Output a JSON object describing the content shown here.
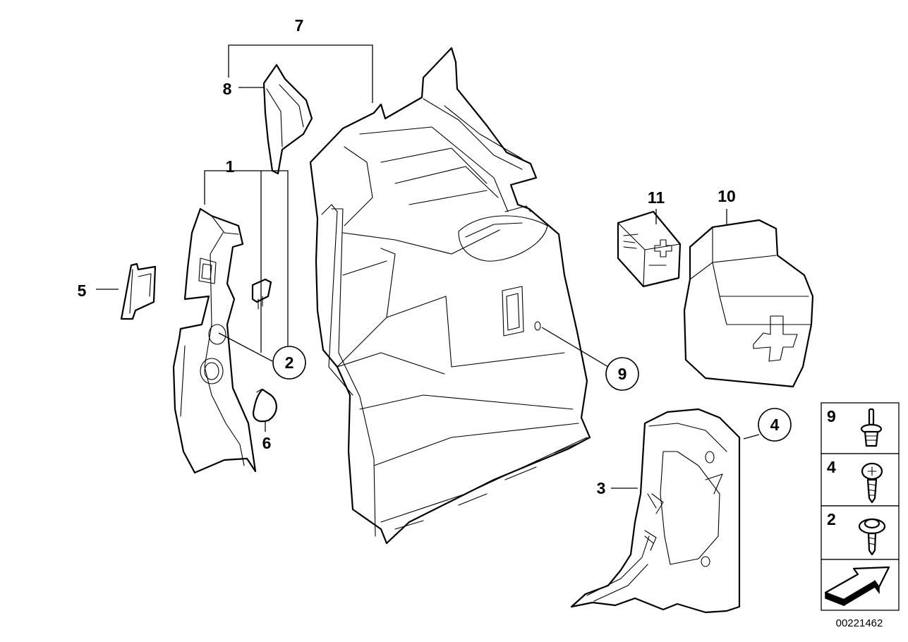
{
  "diagram": {
    "reference_number": "00221462",
    "callouts": {
      "c1": "1",
      "c2": "2",
      "c3": "3",
      "c4": "4",
      "c5": "5",
      "c6": "6",
      "c7": "7",
      "c8": "8",
      "c9": "9",
      "c10": "10",
      "c11": "11"
    },
    "legend": [
      {
        "label": "9",
        "icon": "push-rivet-icon"
      },
      {
        "label": "4",
        "icon": "screw-with-washer-icon"
      },
      {
        "label": "2",
        "icon": "flange-screw-icon"
      },
      {
        "label": "",
        "icon": "direction-arrow-icon"
      }
    ],
    "colors": {
      "line": "#000000",
      "background": "#ffffff"
    }
  }
}
